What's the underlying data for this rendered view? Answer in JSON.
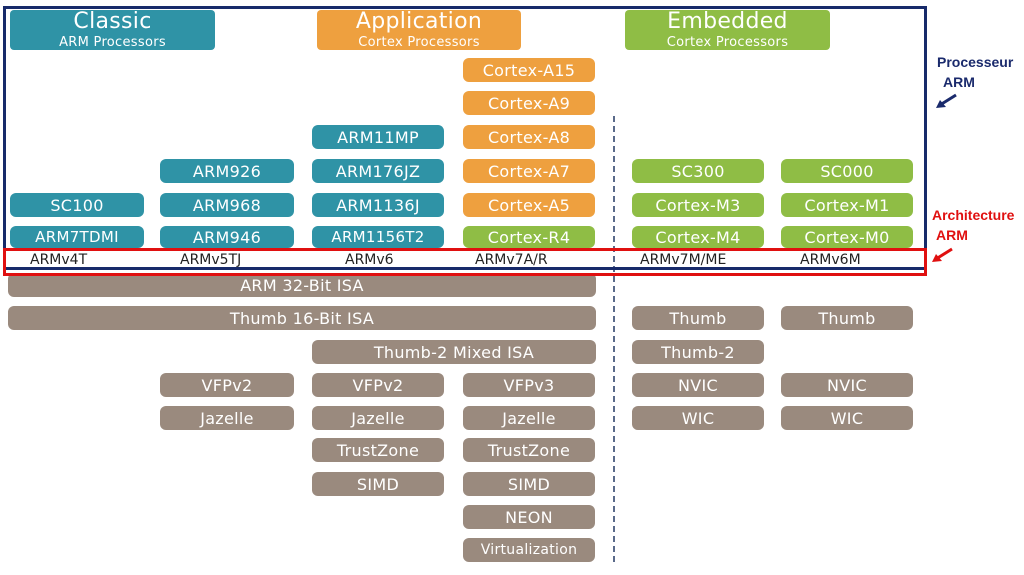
{
  "headers": {
    "classic": {
      "title": "Classic",
      "subtitle": "ARM Processors"
    },
    "application": {
      "title": "Application",
      "subtitle": "Cortex Processors"
    },
    "embedded": {
      "title": "Embedded",
      "subtitle": "Cortex Processors"
    }
  },
  "processors": {
    "col1": [
      "SC100",
      "ARM7TDMI"
    ],
    "col2": [
      "ARM926",
      "ARM968",
      "ARM946"
    ],
    "col3": [
      "ARM11MP",
      "ARM176JZ",
      "ARM1136J",
      "ARM1156T2"
    ],
    "col4": [
      "Cortex-A15",
      "Cortex-A9",
      "Cortex-A8",
      "Cortex-A7",
      "Cortex-A5",
      "Cortex-R4"
    ],
    "col5": [
      "SC300",
      "Cortex-M3",
      "Cortex-M4"
    ],
    "col6": [
      "SC000",
      "Cortex-M1",
      "Cortex-M0"
    ]
  },
  "architectures": [
    "ARMv4T",
    "ARMv5TJ",
    "ARMv6",
    "ARMv7A/R",
    "ARMv7M/ME",
    "ARMv6M"
  ],
  "isa": {
    "arm32": "ARM 32-Bit ISA",
    "thumb16": "Thumb 16-Bit ISA",
    "thumb2": "Thumb-2 Mixed ISA"
  },
  "features": {
    "col2": [
      "VFPv2",
      "Jazelle"
    ],
    "col3": [
      "VFPv2",
      "Jazelle",
      "TrustZone",
      "SIMD"
    ],
    "col4": [
      "VFPv3",
      "Jazelle",
      "TrustZone",
      "SIMD",
      "NEON",
      "Virtualization"
    ],
    "col5": [
      "Thumb",
      "Thumb-2",
      "NVIC",
      "WIC"
    ],
    "col6": [
      "Thumb",
      "NVIC",
      "WIC"
    ]
  },
  "annotations": {
    "processor": {
      "line1": "Processeur",
      "line2": "ARM",
      "color": "#1a2a6c"
    },
    "architecture": {
      "line1": "Architecture",
      "line2": "ARM",
      "color": "#e01010"
    }
  },
  "colors": {
    "classic": "#2f93a6",
    "application": "#eea03f",
    "embedded": "#8fbd45",
    "feature": "#9a8a7e"
  }
}
